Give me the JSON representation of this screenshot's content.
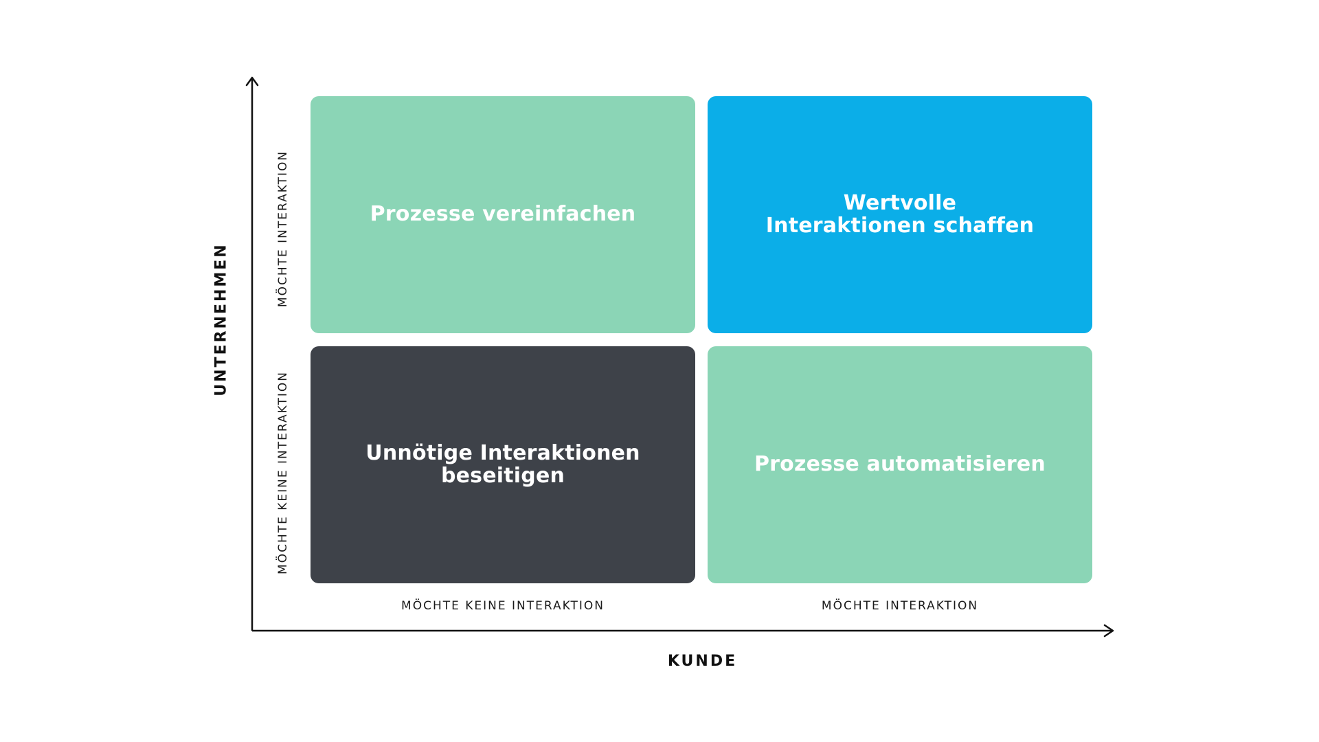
{
  "axes": {
    "x_title": "KUNDE",
    "y_title": "UNTERNEHMEN",
    "x_ticks": [
      "MÖCHTE KEINE INTERAKTION",
      "MÖCHTE INTERAKTION"
    ],
    "y_ticks": [
      "MÖCHTE INTERAKTION",
      "MÖCHTE KEINE INTERAKTION"
    ]
  },
  "quadrants": {
    "top_left": {
      "label": "Prozesse vereinfachen",
      "color": "#8BD5B6"
    },
    "top_right": {
      "label": "Wertvolle Interaktionen schaffen",
      "color": "#0BAEE8"
    },
    "bottom_left": {
      "label": "Unnötige Interaktionen beseitigen",
      "color": "#3E4249"
    },
    "bottom_right": {
      "label": "Prozesse automatisieren",
      "color": "#8BD5B6"
    }
  },
  "colors": {
    "axis": "#111111"
  }
}
